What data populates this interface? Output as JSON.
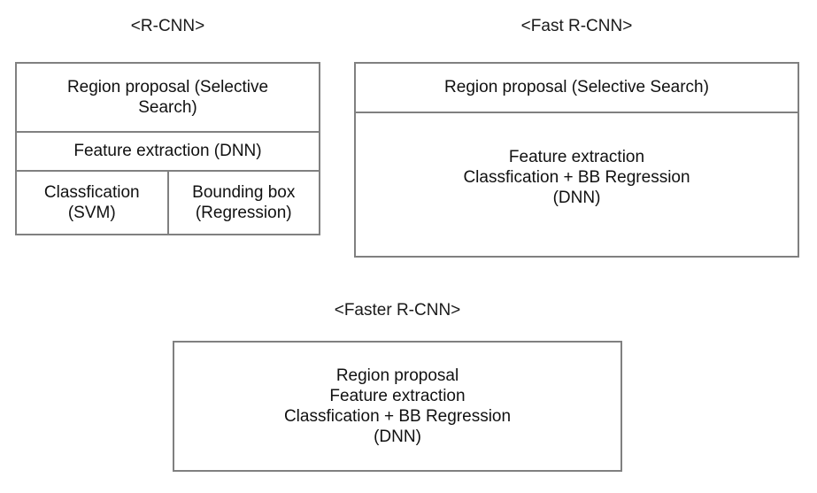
{
  "diagrams": [
    {
      "title": "<R-CNN>",
      "rows": [
        {
          "text": "Region proposal (Selective\nSearch)"
        },
        {
          "text": "Feature extraction (DNN)"
        },
        {
          "cells": [
            {
              "text": "Classfication\n(SVM)"
            },
            {
              "text": "Bounding box\n(Regression)"
            }
          ]
        }
      ]
    },
    {
      "title": "<Fast R-CNN>",
      "rows": [
        {
          "text": "Region proposal (Selective Search)"
        },
        {
          "text": "Feature extraction\nClassfication + BB Regression\n(DNN)"
        }
      ]
    },
    {
      "title": "<Faster R-CNN>",
      "rows": [
        {
          "text": "Region proposal\nFeature extraction\nClassfication + BB Regression\n(DNN)"
        }
      ]
    }
  ],
  "style": {
    "border_color": "#808080",
    "text_color": "#111111",
    "background": "#ffffff"
  }
}
